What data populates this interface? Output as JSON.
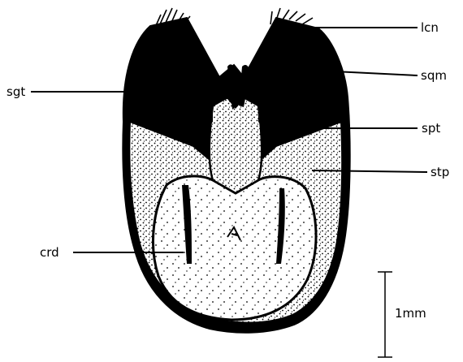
{
  "labels": {
    "lcn": "lcn",
    "sqm": "sqm",
    "sgt": "sgt",
    "spt": "spt",
    "stp": "stp",
    "crd": "crd"
  },
  "scale_bar": {
    "text": "1mm"
  },
  "colors": {
    "ink": "#000000",
    "paper": "#ffffff"
  }
}
